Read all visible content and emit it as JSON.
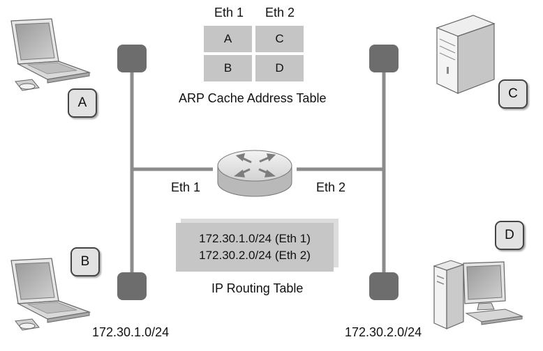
{
  "arp_table": {
    "headers": [
      "Eth 1",
      "Eth 2"
    ],
    "cells": [
      [
        "A",
        "C"
      ],
      [
        "B",
        "D"
      ]
    ],
    "caption": "ARP Cache Address Table"
  },
  "router": {
    "left_interface": "Eth 1",
    "right_interface": "Eth 2"
  },
  "routing_table": {
    "entries": [
      "172.30.1.0/24 (Eth 1)",
      "172.30.2.0/24 (Eth 2)"
    ],
    "caption": "IP Routing Table"
  },
  "hosts": {
    "a": "A",
    "b": "B",
    "c": "C",
    "d": "D"
  },
  "networks": {
    "left": "172.30.1.0/24",
    "right": "172.30.2.0/24"
  },
  "colors": {
    "segment_line": "#8c8c8c",
    "terminator": "#6d6d6d",
    "table_fill": "#c5c5c5",
    "badge_fill": "#e2e2e2"
  }
}
